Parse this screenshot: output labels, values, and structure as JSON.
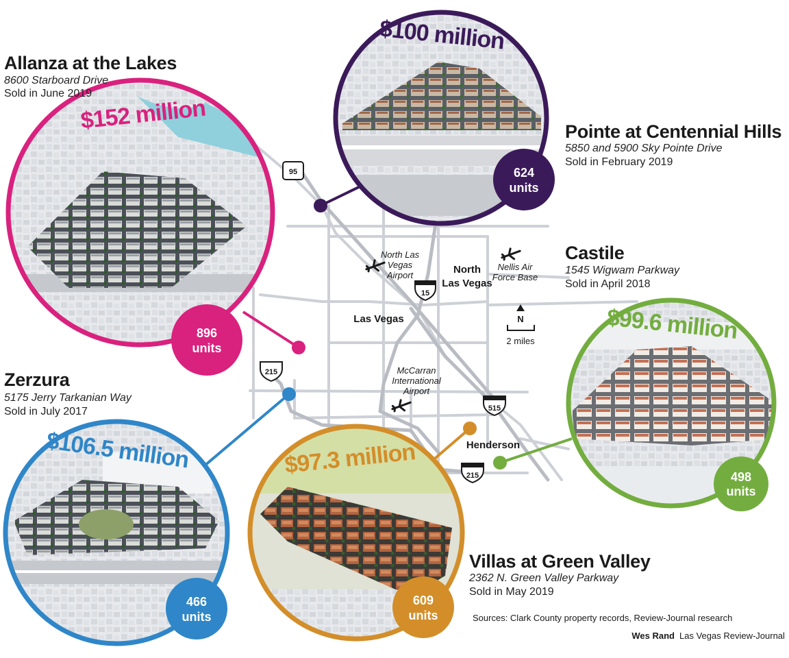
{
  "map": {
    "labels": {
      "las_vegas": "Las Vegas",
      "north_las_vegas_1": "North",
      "north_las_vegas_2": "Las Vegas",
      "henderson": "Henderson",
      "north_lv_airport_1": "North Las",
      "north_lv_airport_2": "Vegas",
      "north_lv_airport_3": "Airport",
      "nellis_1": "Nellis Air",
      "nellis_2": "Force Base",
      "mccarran_1": "McCarran",
      "mccarran_2": "International",
      "mccarran_3": "Airport"
    },
    "highways": {
      "us95": "95",
      "i15": "15",
      "i515": "515",
      "i215_west": "215",
      "i215_east": "215"
    },
    "scale": {
      "north": "N",
      "distance": "2 miles"
    },
    "colors": {
      "roads": "#cdd0d6",
      "pink": "#d9217e",
      "purple": "#3b1a5a",
      "blue": "#2f86c8",
      "orange": "#d38e2a",
      "green": "#73ad3f"
    }
  },
  "properties": [
    {
      "key": "allanza",
      "name": "Allanza at the Lakes",
      "address": "8600 Starboard Drive",
      "sold": "Sold in June 2019",
      "price": "$152 million",
      "units_count": "896",
      "units_label": "units",
      "color": "#d9217e"
    },
    {
      "key": "pointe",
      "name": "Pointe at Centennial Hills",
      "address": "5850 and 5900 Sky Pointe Drive",
      "sold": "Sold in February 2019",
      "price": "$100 million",
      "units_count": "624",
      "units_label": "units",
      "color": "#3b1a5a"
    },
    {
      "key": "castile",
      "name": "Castile",
      "address": "1545 Wigwam Parkway",
      "sold": "Sold in April 2018",
      "price": "$99.6 million",
      "units_count": "498",
      "units_label": "units",
      "color": "#73ad3f"
    },
    {
      "key": "zerzura",
      "name": "Zerzura",
      "address": "5175 Jerry Tarkanian Way",
      "sold": "Sold in July 2017",
      "price": "$106.5 million",
      "units_count": "466",
      "units_label": "units",
      "color": "#2f86c8"
    },
    {
      "key": "villas",
      "name": "Villas at Green Valley",
      "address": "2362 N. Green Valley Parkway",
      "sold": "Sold in May 2019",
      "price": "$97.3 million",
      "units_count": "609",
      "units_label": "units",
      "color": "#d38e2a"
    }
  ],
  "footer": {
    "sources": "Sources: Clark County property records, Review-Journal research",
    "author": "Wes Rand",
    "publication": "Las Vegas Review-Journal"
  }
}
